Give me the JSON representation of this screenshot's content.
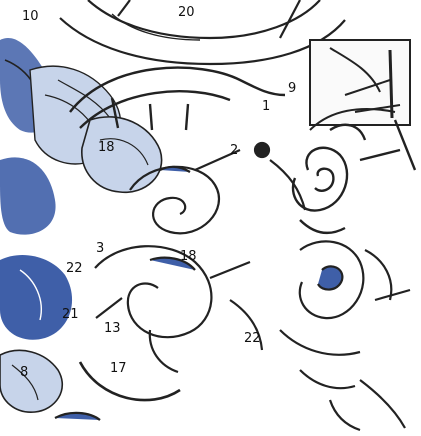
{
  "drawing": {
    "stroke_color": "#222222",
    "fill_blue": "#3f5fa8",
    "fill_light": "#c7d4ea",
    "paper": "#ffffff"
  },
  "labels": {
    "n10": "10",
    "n20": "20",
    "n9": "9",
    "n1": "1",
    "n18a": "18",
    "n2": "2",
    "n3": "3",
    "n18b": "18",
    "n22a": "22",
    "n21": "21",
    "n13": "13",
    "n22b": "22",
    "n8": "8",
    "n17": "17"
  },
  "icons": [
    "leaf-left",
    "spiral",
    "circle-cluster",
    "clip-frame",
    "blob"
  ]
}
